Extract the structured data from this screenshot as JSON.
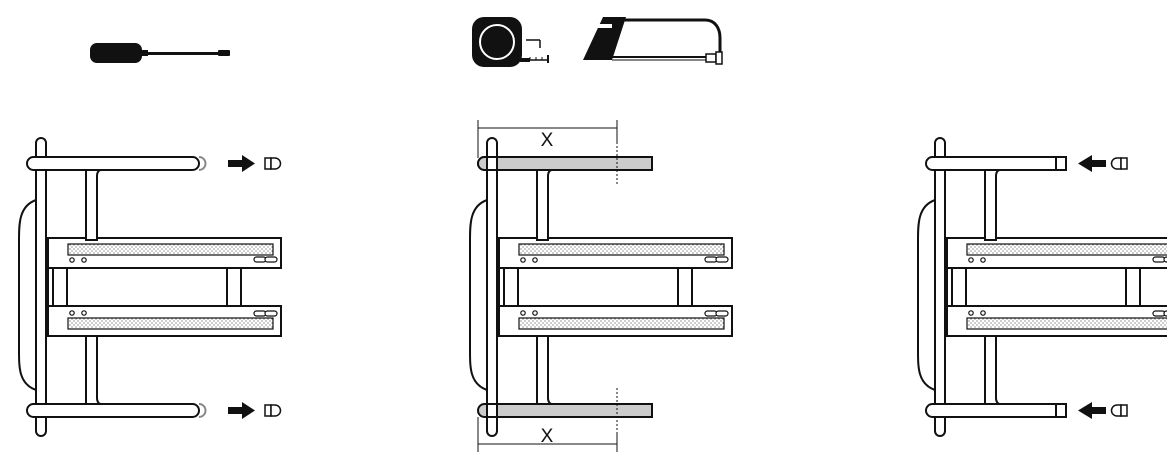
{
  "tools": {
    "screwdriver": "screwdriver-icon",
    "tape_measure": "tape-measure-icon",
    "hacksaw": "hacksaw-icon"
  },
  "steps": [
    {
      "name": "remove-caps",
      "arrow": "right"
    },
    {
      "name": "measure-and-cut",
      "arrow": "none"
    },
    {
      "name": "refit-caps",
      "arrow": "left"
    }
  ],
  "dimension": {
    "label": "X"
  },
  "colors": {
    "stroke": "#111111",
    "cut_section": "#cccccc",
    "textured_board": "#e6e6e6",
    "background": "#ffffff"
  }
}
